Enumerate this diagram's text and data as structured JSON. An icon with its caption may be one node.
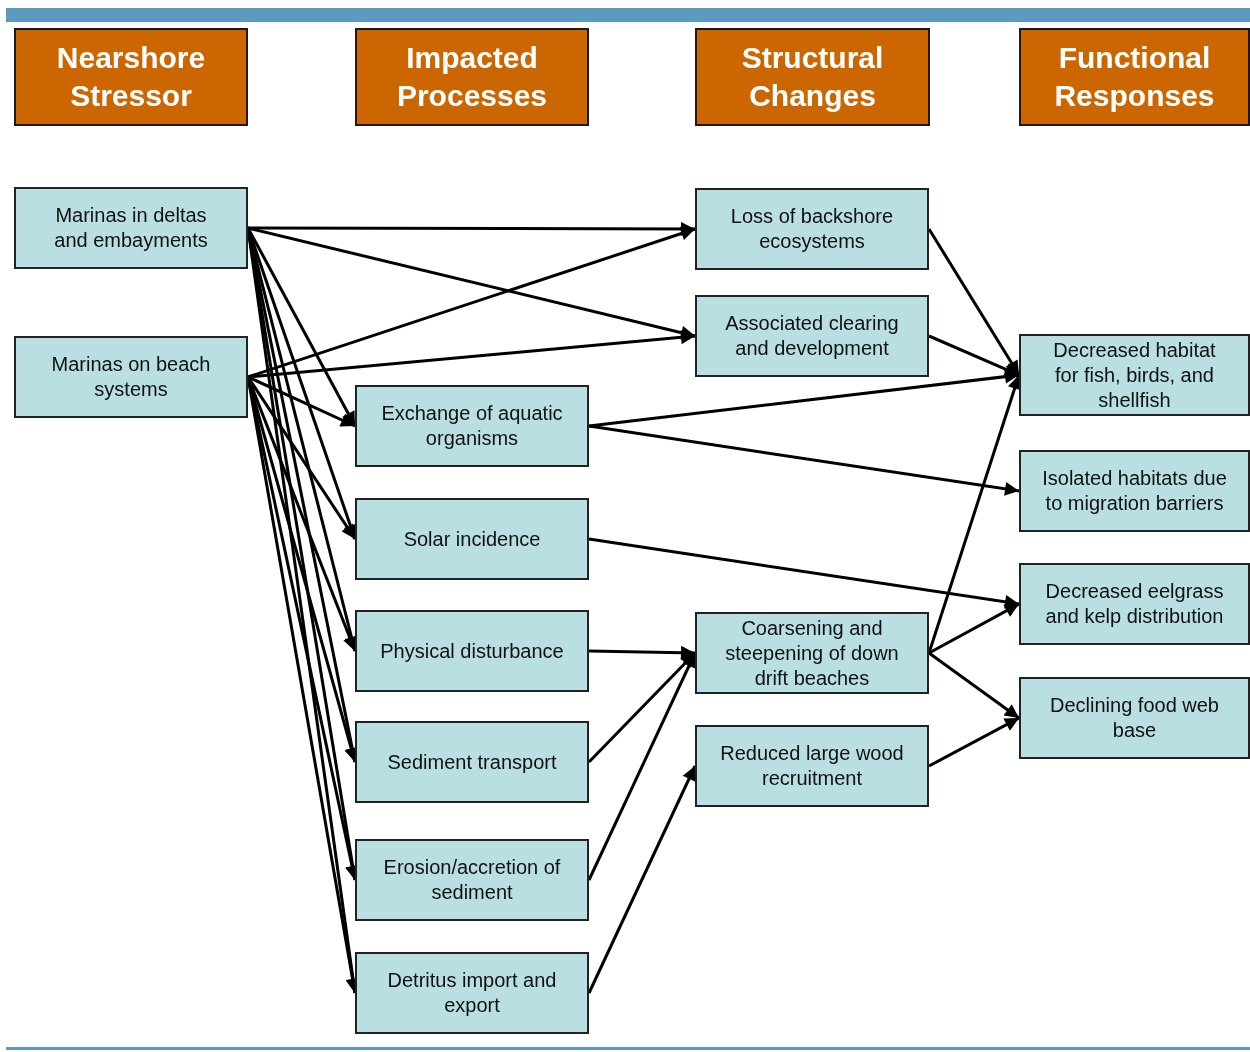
{
  "diagram": {
    "nodes": [
      {
        "text": [
          "Nearshore Stressor"
        ]
      },
      {
        "text": [
          "Impacted Processes"
        ]
      },
      {
        "text": [
          "Structural Changes"
        ]
      },
      {
        "text": [
          "Functional Responses"
        ]
      },
      {
        "text": [
          "Marinas in deltas and embayments"
        ]
      },
      {
        "text": [
          "Marinas on beach systems"
        ]
      },
      {
        "text": [
          "Loss of backshore ecosystems"
        ]
      },
      {
        "text": [
          "Associated clearing and development"
        ]
      },
      {
        "text": [
          "Exchange of aquatic organisms"
        ]
      },
      {
        "text": [
          "Solar incidence"
        ]
      },
      {
        "text": [
          "Physical disturbance"
        ]
      },
      {
        "text": [
          "Sediment transport"
        ]
      },
      {
        "text": [
          "Erosion/accretion of sediment"
        ]
      },
      {
        "text": [
          "Detritus import and export"
        ]
      },
      {
        "text": [
          "Coarsening and steepening of down drift beaches"
        ]
      },
      {
        "text": [
          "Reduced large wood recruitment"
        ]
      },
      {
        "text": [
          "Decreased habitat for fish, birds, and shellfish"
        ]
      },
      {
        "text": [
          "Isolated habitats due to migration barriers"
        ]
      },
      {
        "text": [
          "Decreased eelgrass and kelp distribution"
        ]
      },
      {
        "text": [
          "Declining food web base"
        ]
      },
      {
        "text": [],
        "shape": "bar"
      }
    ],
    "edges": [
      {
        "from": 4,
        "to": 6,
        "arrow": "to"
      },
      {
        "from": 4,
        "to": 7,
        "arrow": "to"
      },
      {
        "from": 4,
        "to": 8,
        "arrow": "to"
      },
      {
        "from": 4,
        "to": 9,
        "arrow": "to"
      },
      {
        "from": 4,
        "to": 10,
        "arrow": "to"
      },
      {
        "from": 4,
        "to": 11,
        "arrow": "to"
      },
      {
        "from": 4,
        "to": 12,
        "arrow": "to"
      },
      {
        "from": 4,
        "to": 13,
        "arrow": "to"
      },
      {
        "from": 5,
        "to": 6,
        "arrow": "to"
      },
      {
        "from": 5,
        "to": 7,
        "arrow": "to"
      },
      {
        "from": 5,
        "to": 8,
        "arrow": "to"
      },
      {
        "from": 5,
        "to": 9,
        "arrow": "to"
      },
      {
        "from": 5,
        "to": 10,
        "arrow": "to"
      },
      {
        "from": 5,
        "to": 11,
        "arrow": "to"
      },
      {
        "from": 5,
        "to": 12,
        "arrow": "to"
      },
      {
        "from": 5,
        "to": 13,
        "arrow": "to"
      },
      {
        "from": 6,
        "to": 16,
        "arrow": "to"
      },
      {
        "from": 7,
        "to": 16,
        "arrow": "to"
      },
      {
        "from": 8,
        "to": 16,
        "arrow": "to"
      },
      {
        "from": 8,
        "to": 17,
        "arrow": "to"
      },
      {
        "from": 9,
        "to": 18,
        "arrow": "to"
      },
      {
        "from": 10,
        "to": 14,
        "arrow": "to"
      },
      {
        "from": 11,
        "to": 14,
        "arrow": "to"
      },
      {
        "from": 12,
        "to": 14,
        "arrow": "to"
      },
      {
        "from": 13,
        "to": 15,
        "arrow": "to"
      },
      {
        "from": 14,
        "to": 16,
        "arrow": "to"
      },
      {
        "from": 14,
        "to": 18,
        "arrow": "to"
      },
      {
        "from": 14,
        "to": 19,
        "arrow": "to"
      },
      {
        "from": 15,
        "to": 19,
        "arrow": "to"
      }
    ]
  }
}
